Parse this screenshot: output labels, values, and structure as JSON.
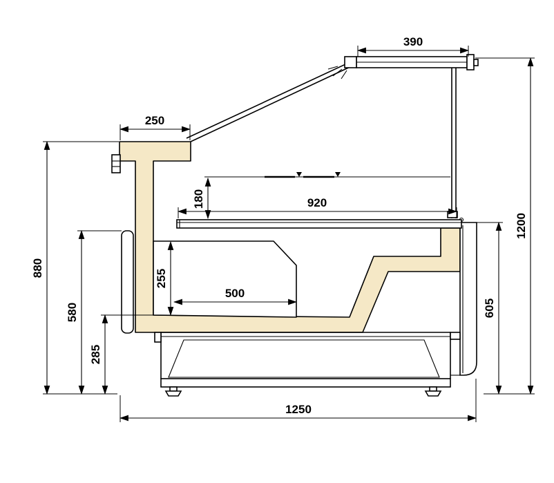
{
  "diagram": {
    "type": "technical-drawing",
    "colors": {
      "body_fill": "#f5e8c6",
      "line": "#000000",
      "background": "#ffffff"
    },
    "dimensions": {
      "canopy_width": "390",
      "top_ledge_depth": "250",
      "shelf_height": "180",
      "deck_length": "920",
      "overall_height": "1200",
      "worktop_height": "880",
      "front_panel_height": "580",
      "well_inner_height": "255",
      "well_inner_width": "500",
      "base_height": "285",
      "rear_service_height": "605",
      "overall_depth": "1250"
    }
  }
}
